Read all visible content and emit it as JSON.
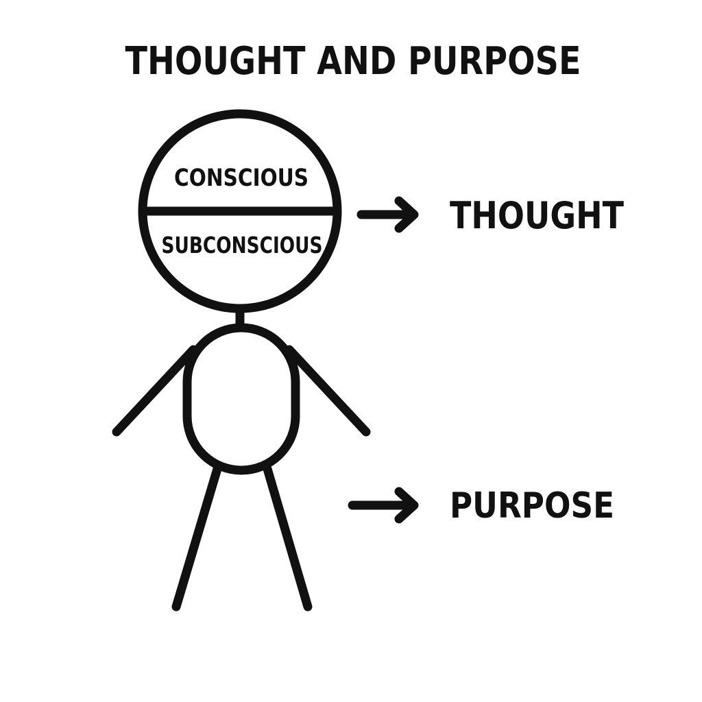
{
  "title": "THOUGHT AND PURPOSE",
  "head": {
    "top_label": "CONSCIOUS",
    "bottom_label": "SUBCONSCIOUS"
  },
  "outcomes": {
    "thought": "THOUGHT",
    "purpose": "PURPOSE"
  },
  "colors": {
    "ink": "#111111",
    "background": "#ffffff"
  }
}
